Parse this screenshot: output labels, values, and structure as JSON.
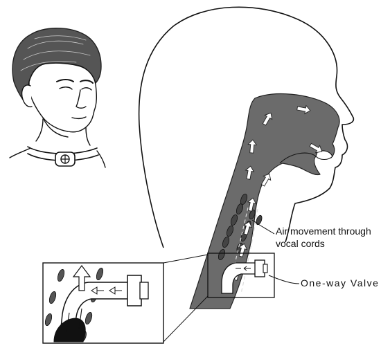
{
  "labels": {
    "air_movement_line1": "Air movement through",
    "air_movement_line2": "vocal cords",
    "one_way_valve": "One-way  Valve"
  },
  "colors": {
    "ink": "#111111",
    "airway_fill": "#6b6b6b",
    "background": "#ffffff",
    "arrow_fill": "#ffffff"
  }
}
